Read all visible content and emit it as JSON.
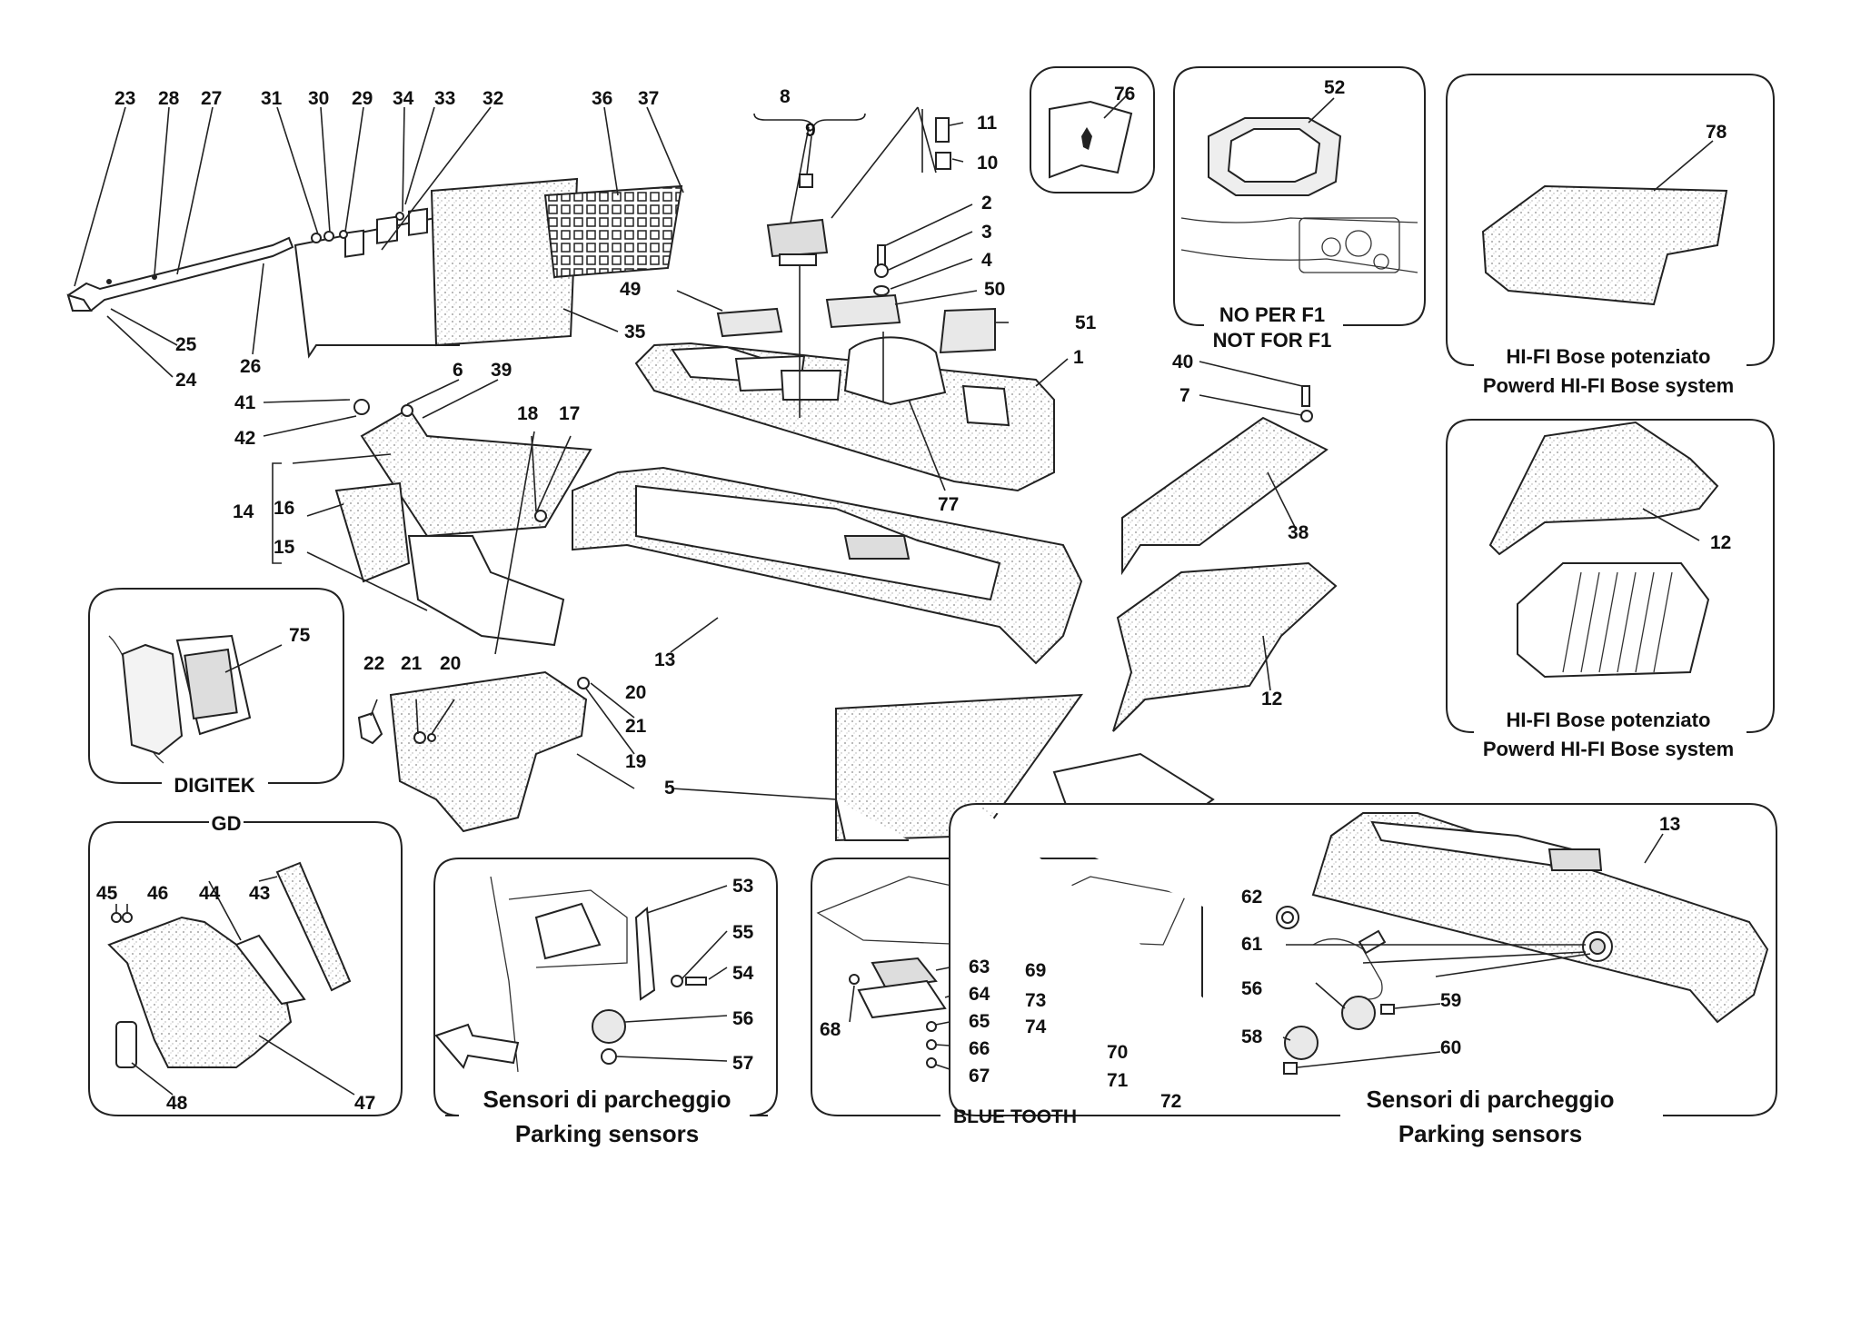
{
  "callouts": {
    "c23": "23",
    "c28": "28",
    "c27": "27",
    "c31": "31",
    "c30": "30",
    "c29": "29",
    "c34": "34",
    "c33": "33",
    "c32": "32",
    "c36": "36",
    "c37": "37",
    "c25": "25",
    "c24": "24",
    "c26": "26",
    "c35": "35",
    "c8": "8",
    "c9": "9",
    "c11": "11",
    "c10": "10",
    "c2": "2",
    "c3": "3",
    "c4": "4",
    "c49": "49",
    "c50": "50",
    "c51": "51",
    "c1": "1",
    "c77": "77",
    "c41": "41",
    "c42": "42",
    "c6": "6",
    "c39": "39",
    "c18": "18",
    "c17": "17",
    "c14": "14",
    "c16": "16",
    "c15": "15",
    "c13": "13",
    "c22": "22",
    "c21": "21",
    "c20": "20",
    "c20b": "20",
    "c21b": "21",
    "c19": "19",
    "c5": "5",
    "c75": "75",
    "c40": "40",
    "c7": "7",
    "c38": "38",
    "c12": "12",
    "c76": "76",
    "c52": "52",
    "c78": "78",
    "c12b": "12",
    "c45": "45",
    "c46": "46",
    "c44": "44",
    "c43": "43",
    "c48": "48",
    "c47": "47",
    "c53": "53",
    "c55": "55",
    "c54": "54",
    "c56": "56",
    "c57": "57",
    "c63": "63",
    "c64": "64",
    "c65": "65",
    "c66": "66",
    "c67": "67",
    "c68": "68",
    "c69": "69",
    "c73": "73",
    "c74": "74",
    "c70": "70",
    "c71": "71",
    "c72": "72",
    "c13b": "13",
    "c62": "62",
    "c61": "61",
    "c56b": "56",
    "c58": "58",
    "c59": "59",
    "c60": "60"
  },
  "captions": {
    "digitek": "DIGITEK",
    "gd": "GD",
    "no_f1_it": "NO PER F1",
    "no_f1_en": "NOT FOR F1",
    "hifi_it": "HI-FI Bose potenziato",
    "hifi_en": "Powerd HI-FI Bose system",
    "hifi2_it": "HI-FI Bose potenziato",
    "hifi2_en": "Powerd HI-FI Bose system",
    "park_it": "Sensori di parcheggio",
    "park_en": "Parking sensors",
    "park2_it": "Sensori di parcheggio",
    "park2_en": "Parking sensors",
    "bluetooth": "BLUE TOOTH"
  },
  "icons": [
    "ferrari-manual-icon",
    "arrow-direction-icon"
  ]
}
